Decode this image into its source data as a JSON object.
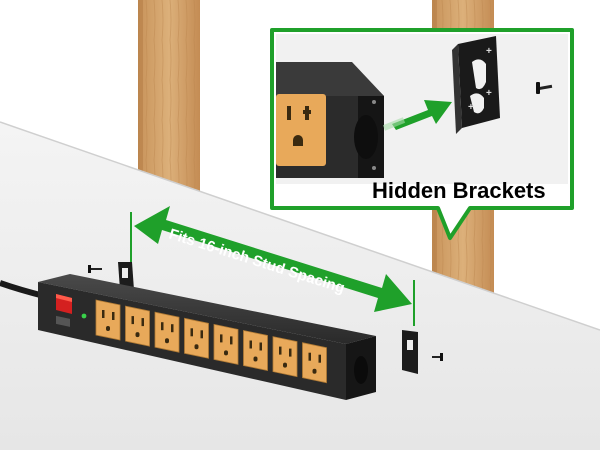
{
  "callout": {
    "label": "Hidden Brackets"
  },
  "spacing_arrow": {
    "label": "Fits 16-inch Stud Spacing"
  },
  "colors": {
    "accent_green": "#1fa02a",
    "wood": "#d9ab74",
    "outlet_face": "#e8a95a",
    "strip_body": "#2a2a2a"
  },
  "strip": {
    "outlet_count": 8
  },
  "icons": [
    "wooden-stud",
    "drywall-panel",
    "power-strip",
    "mounting-bracket",
    "screw",
    "power-switch",
    "power-cord",
    "double-arrow",
    "callout-arrow"
  ]
}
